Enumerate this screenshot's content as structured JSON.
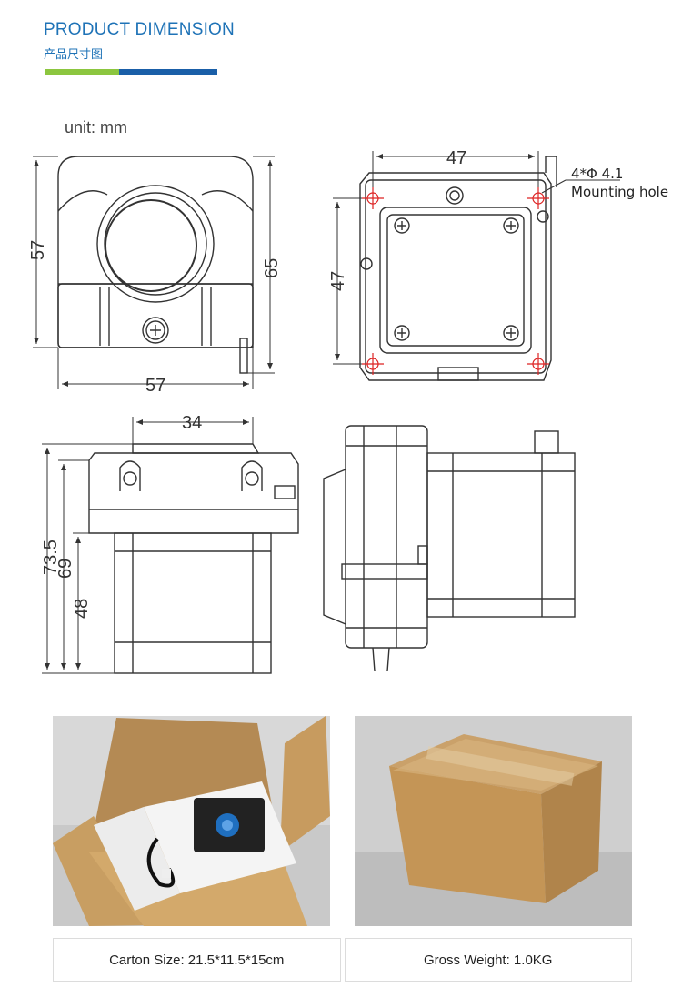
{
  "header": {
    "title": "PRODUCT DIMENSION",
    "subtitle": "产品尺寸图",
    "accent_green": "#8cc63f",
    "accent_blue": "#1a5fa8"
  },
  "unit_label": "unit: mm",
  "front_view": {
    "width": "57",
    "height": "57",
    "total_height": "65"
  },
  "back_view": {
    "hole_spacing_x": "47",
    "hole_spacing_y": "47",
    "hole_spec": "4*Φ 4.1",
    "hole_label": "Mounting hole"
  },
  "side_view": {
    "head_width": "34",
    "total_height": "73.5",
    "body_height": "69",
    "motor_height": "48"
  },
  "captions": {
    "carton": "Carton Size: 21.5*11.5*15cm",
    "weight": "Gross Weight: 1.0KG"
  }
}
